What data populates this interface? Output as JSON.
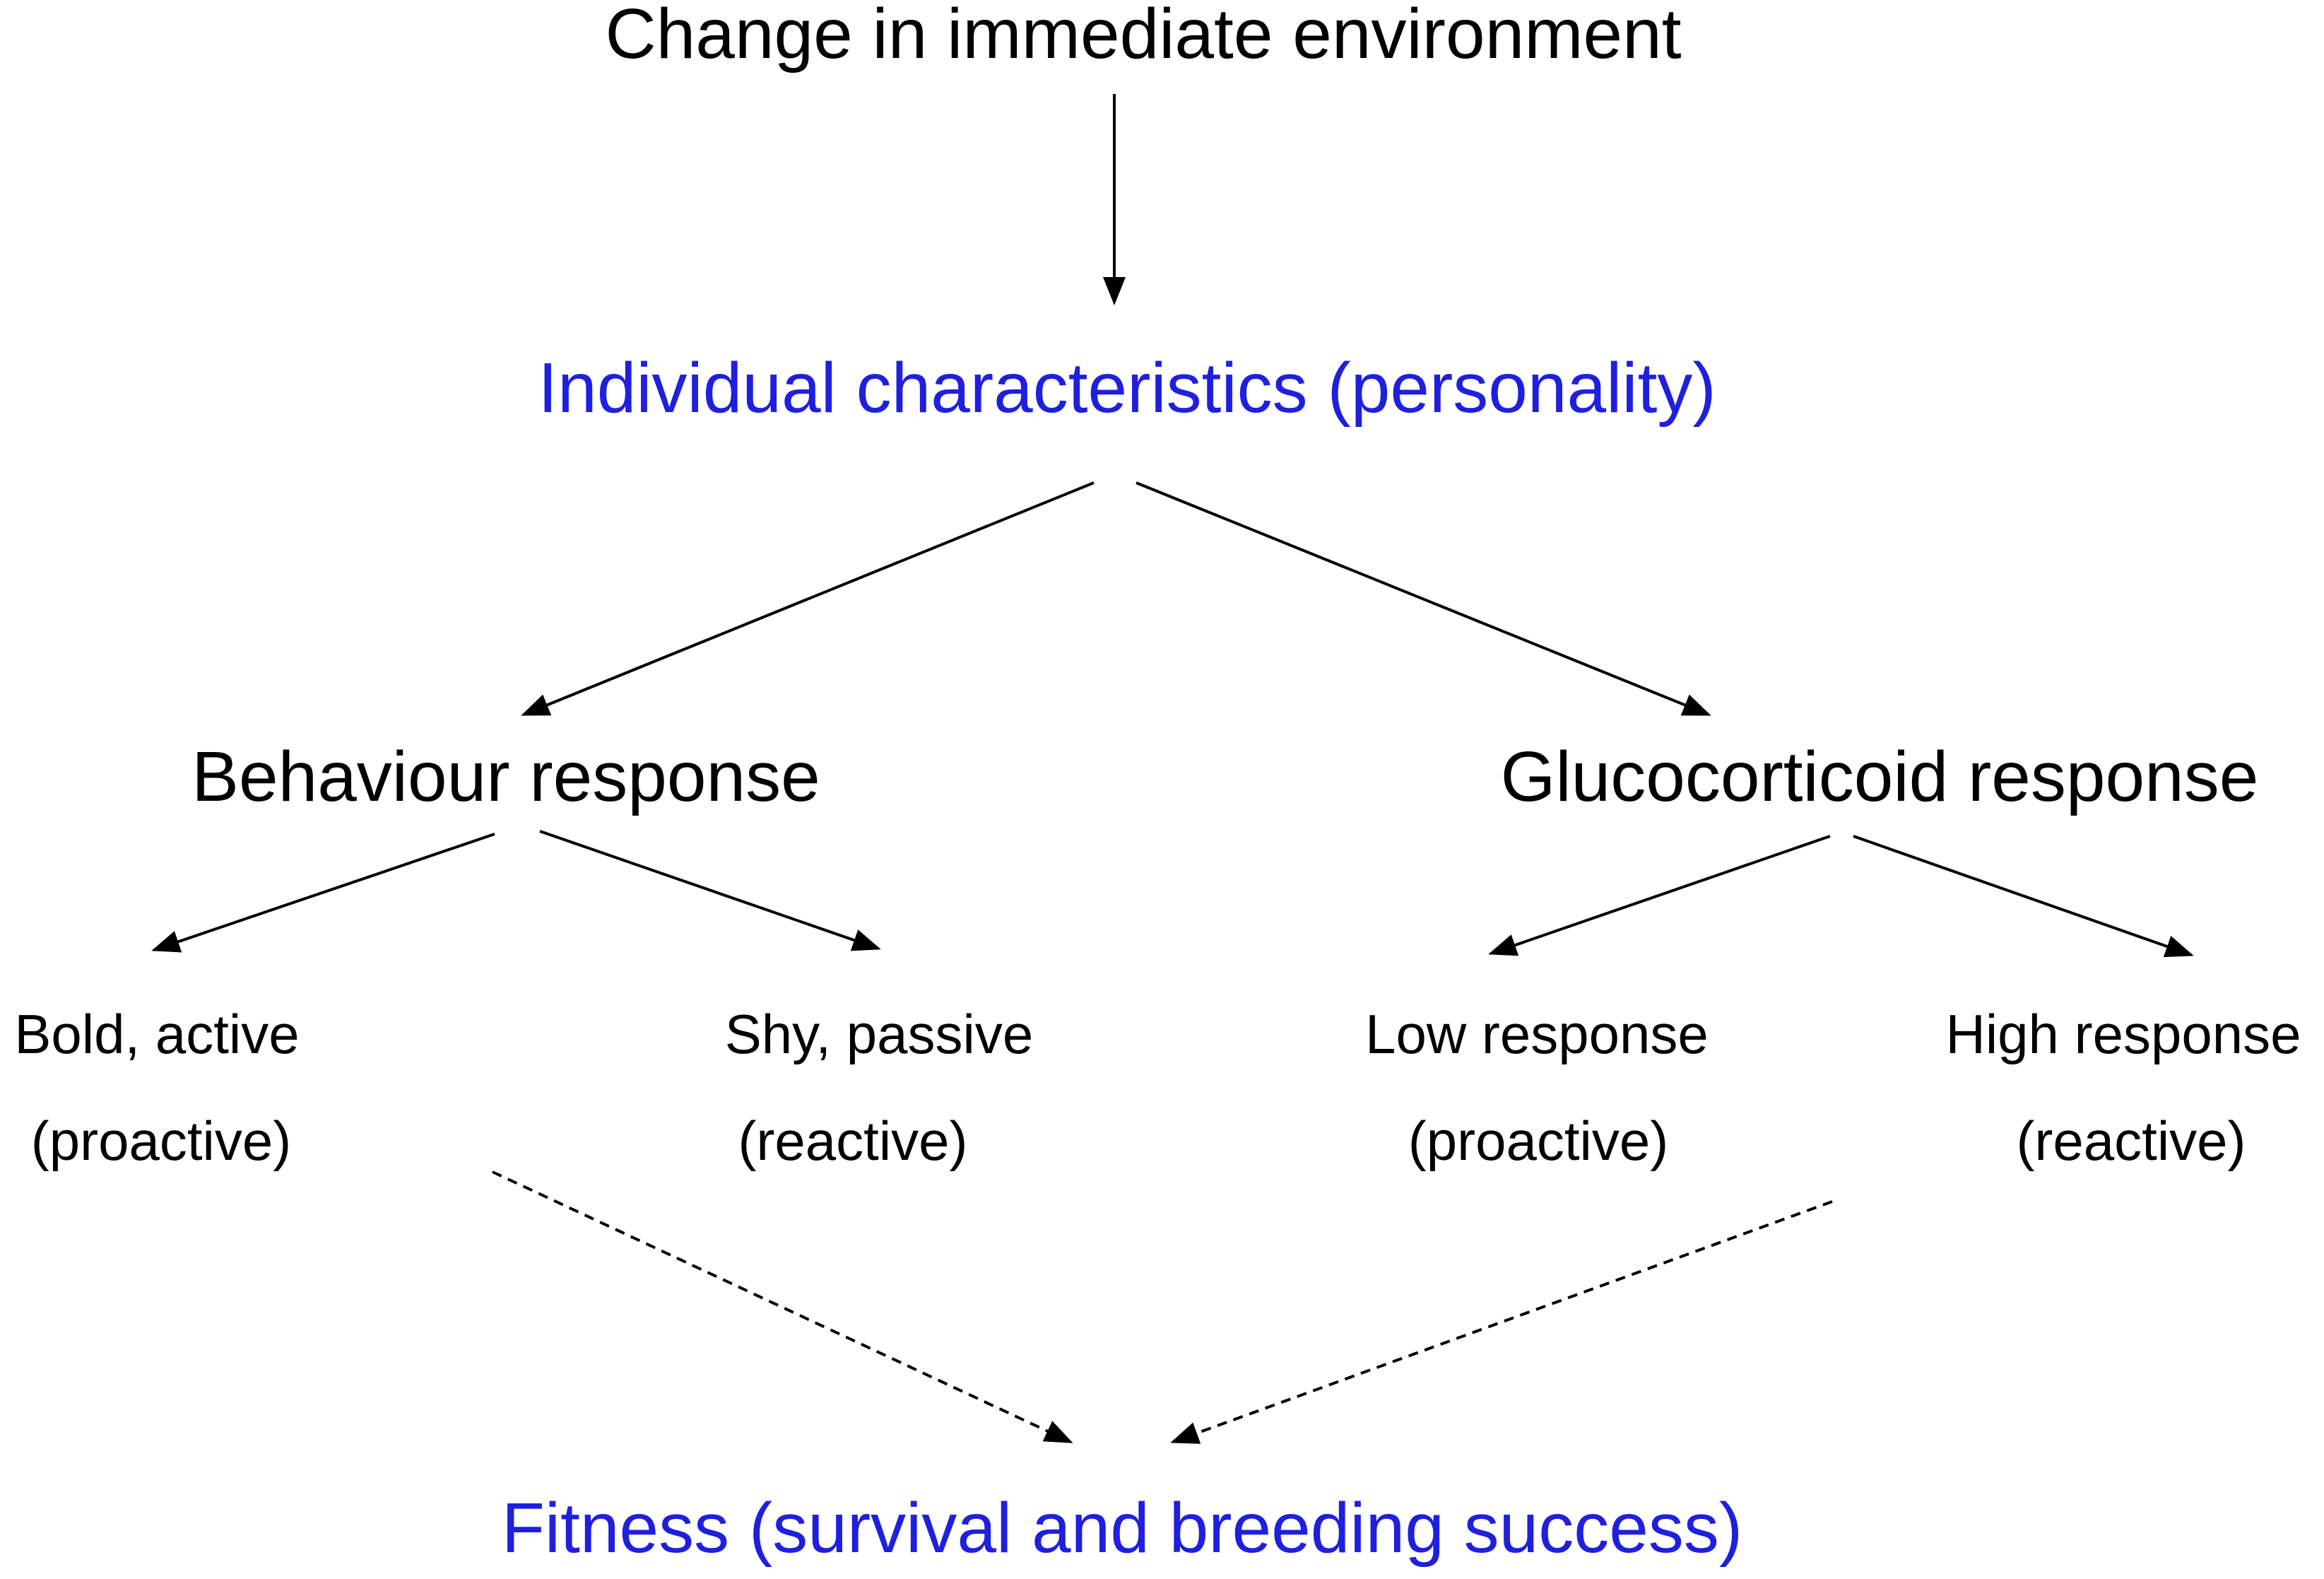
{
  "colors": {
    "primary_text": "#000000",
    "accent_text": "#1f1fe0",
    "arrow": "#000000"
  },
  "nodes": {
    "environment": "Change in immediate environment",
    "personality": "Individual characteristics (personality)",
    "behaviour": "Behaviour response",
    "glucocorticoid": "Glucocorticoid response",
    "bold": {
      "line1": "Bold, active",
      "line2": "(proactive)"
    },
    "shy": {
      "line1": "Shy, passive",
      "line2": "(reactive)"
    },
    "low": {
      "line1": "Low response",
      "line2": "(proactive)"
    },
    "high": {
      "line1": "High response",
      "line2": "(reactive)"
    },
    "fitness": "Fitness (survival and breeding success)"
  },
  "edges": [
    {
      "from": "environment",
      "to": "personality",
      "style": "solid"
    },
    {
      "from": "personality",
      "to": "behaviour",
      "style": "solid"
    },
    {
      "from": "personality",
      "to": "glucocorticoid",
      "style": "solid"
    },
    {
      "from": "behaviour",
      "to": "bold",
      "style": "solid"
    },
    {
      "from": "behaviour",
      "to": "shy",
      "style": "solid"
    },
    {
      "from": "glucocorticoid",
      "to": "low",
      "style": "solid"
    },
    {
      "from": "glucocorticoid",
      "to": "high",
      "style": "solid"
    },
    {
      "from": "behaviour_group",
      "to": "fitness",
      "style": "dashed"
    },
    {
      "from": "glucocorticoid_group",
      "to": "fitness",
      "style": "dashed"
    }
  ]
}
